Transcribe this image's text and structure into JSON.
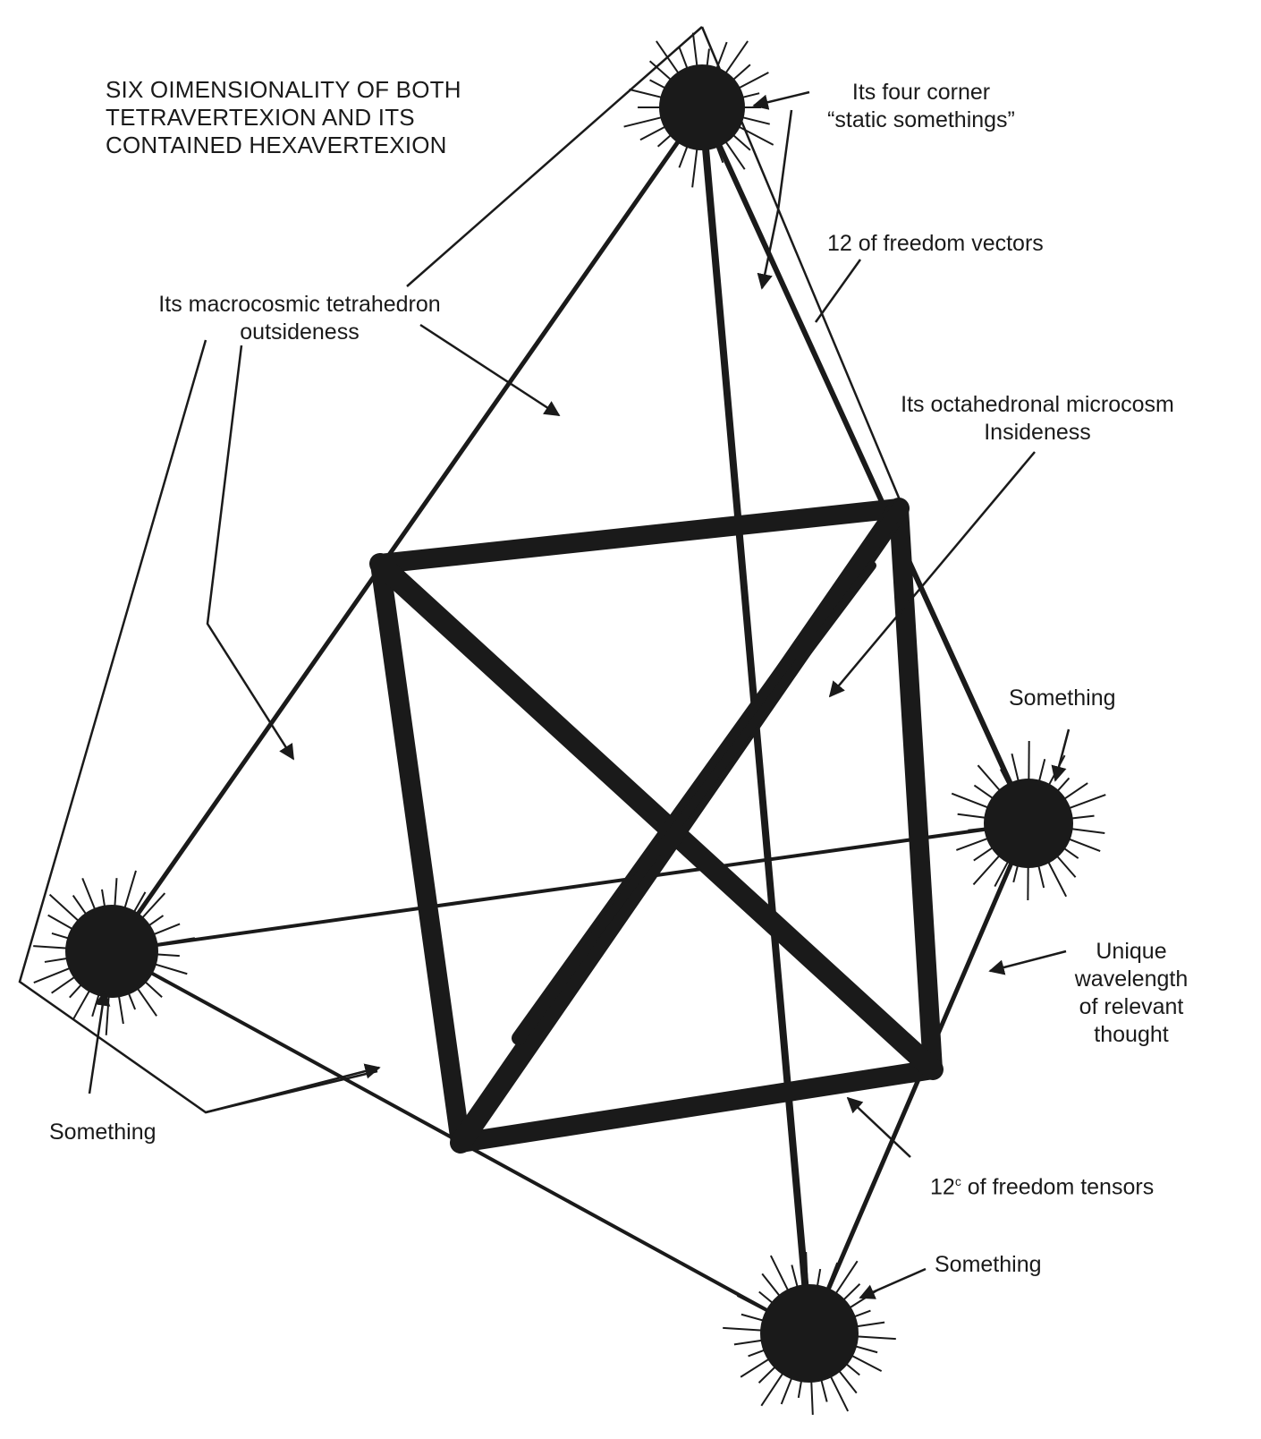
{
  "title": {
    "line1": "SIX OIMENSIONALITY OF BOTH",
    "line2": "TETRAVERTEXION AND ITS",
    "line3": "CONTAINED HEXAVERTEXION"
  },
  "labels": {
    "four_corner": {
      "line1": "Its four corner",
      "line2": "“static somethings”"
    },
    "freedom_vectors": "12  of freedom vectors",
    "macrocosmic": {
      "line1": "Its macrocosmic tetrahedron",
      "line2": "outsideness"
    },
    "octahedronal": {
      "line1": "Its octahedronal microcosm",
      "line2": "Insideness"
    },
    "something_right": "Something",
    "something_left": "Something",
    "something_bottom": "Something",
    "wavelength": {
      "line1": "Unique",
      "line2": "wavelength",
      "line3": "of relevant",
      "line4": "thought"
    },
    "freedom_tensors": {
      "number": "12",
      "superscript": "c",
      "text": " of freedom tensors"
    }
  },
  "colors": {
    "ink": "#1a1a1a",
    "background": "#ffffff"
  }
}
